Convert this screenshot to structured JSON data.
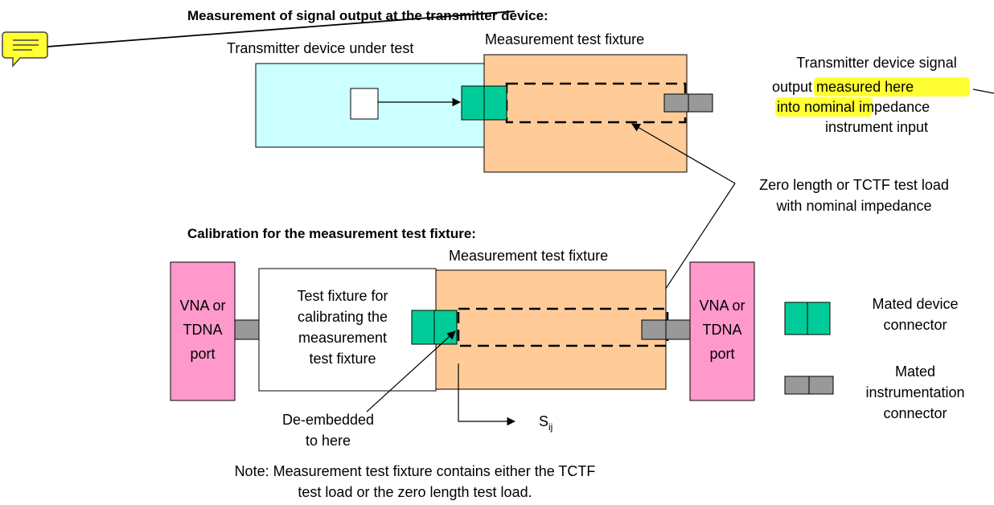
{
  "top_section": {
    "title": "Measurement of signal output at the transmitter device:",
    "dut_label": "Transmitter device under test",
    "fixture_label": "Measurement test fixture",
    "signal_note": {
      "line1": "Transmitter device signal",
      "line2_plain": "output ",
      "line2_highlight": "measured here",
      "line3_highlight": "into nominal",
      "line3_plain": " impedance",
      "line4": "instrument input"
    }
  },
  "load_note": {
    "line1": "Zero length or TCTF test load",
    "line2": "with nominal impedance"
  },
  "bottom_section": {
    "title": "Calibration for the measurement test fixture:",
    "fixture_label": "Measurement test fixture",
    "vna_left": {
      "line1": "VNA or",
      "line2": "TDNA",
      "line3": "port"
    },
    "vna_right": {
      "line1": "VNA or",
      "line2": "TDNA",
      "line3": "port"
    },
    "cal_fixture": {
      "line1": "Test fixture for",
      "line2": "calibrating the",
      "line3": "measurement",
      "line4": "test fixture"
    },
    "deembed": {
      "line1": "De-embedded",
      "line2": "to here"
    },
    "sparam": {
      "main": "S",
      "sub": "ij"
    }
  },
  "legend": {
    "device_connector": {
      "line1": "Mated device",
      "line2": "connector"
    },
    "instr_connector": {
      "line1": "Mated",
      "line2": "instrumentation",
      "line3": "connector"
    }
  },
  "note": {
    "line1": "Note: Measurement test fixture contains either the TCTF",
    "line2": "test load or the zero length test load."
  },
  "colors": {
    "dut_fill": "#ccffff",
    "fixture_fill": "#ffcc99",
    "vna_fill": "#ff99cc",
    "device_connector": "#00cc99",
    "instr_connector": "#999999",
    "highlight": "#ffff33",
    "comment_icon": "#ffff33"
  },
  "icons": {
    "comment": "speech-bubble-comment-icon"
  }
}
